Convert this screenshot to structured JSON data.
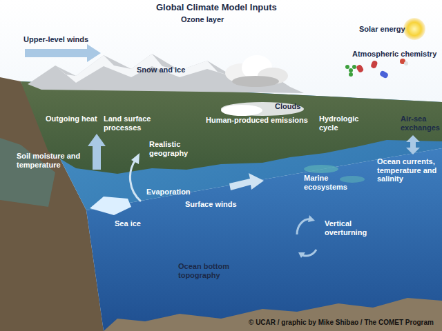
{
  "diagram": {
    "title": "Global Climate Model Inputs",
    "caption": "© UCAR / graphic by Mike Shibao / The COMET Program",
    "labels": [
      "Ozone layer",
      "Upper-level winds",
      "Solar energy",
      "Atmospheric chemistry",
      "Snow and ice",
      "Clouds",
      "Outgoing heat",
      "Land surface processes",
      "Human-produced emissions",
      "Hydrologic cycle",
      "Air-sea exchanges",
      "Soil moisture and temperature",
      "Realistic geography",
      "Evaporation",
      "Marine ecosystems",
      "Ocean currents, temperature and salinity",
      "Surface winds",
      "Sea ice",
      "Vertical overturning",
      "Ocean bottom topography"
    ]
  }
}
